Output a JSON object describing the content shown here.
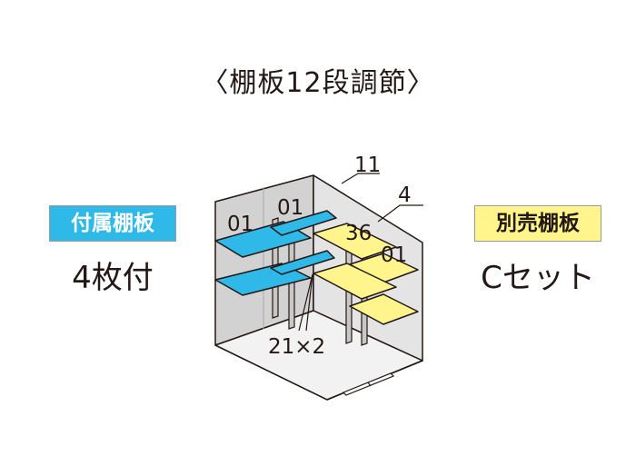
{
  "title": "〈棚板12段調節〉",
  "included": {
    "label": "付属棚板",
    "value": "4枚付",
    "color": "#2fb9e8"
  },
  "sold_separately": {
    "label": "別売棚板",
    "value": "Cセット",
    "color": "#fff58c"
  },
  "diagram": {
    "shelf_numbers": [
      "01",
      "01",
      "36",
      "01"
    ],
    "callouts": [
      "11",
      "4"
    ],
    "post_label": "21×2"
  }
}
